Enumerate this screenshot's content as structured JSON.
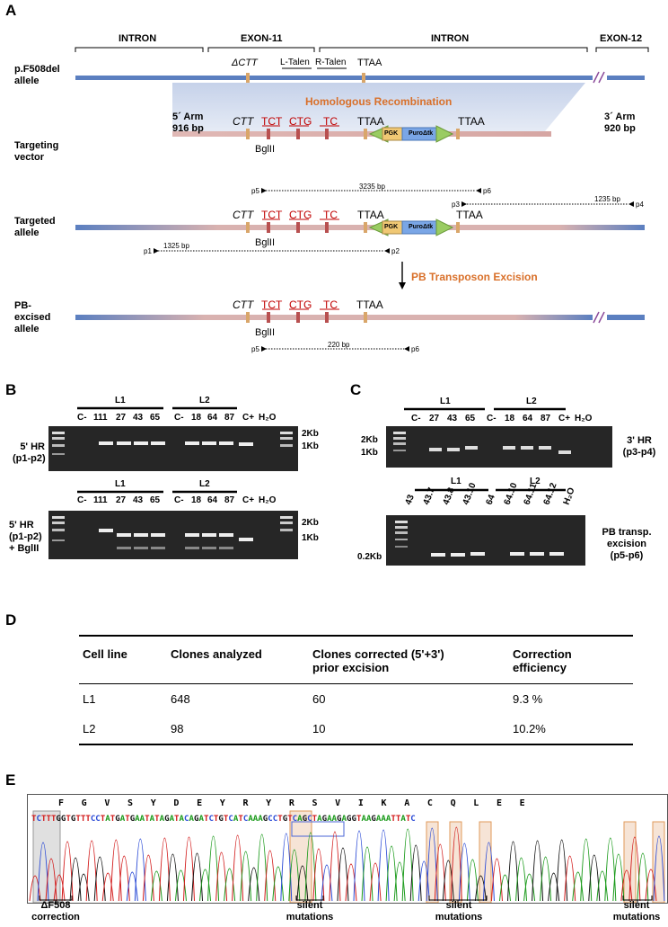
{
  "panels": {
    "a": "A",
    "b": "B",
    "c": "C",
    "d": "D",
    "e": "E"
  },
  "panelA": {
    "regions": [
      "INTRON",
      "EXON-11",
      "INTRON",
      "EXON-12"
    ],
    "row_labels": [
      "p.F508del\nallele",
      "Targeting\nvector",
      "Targeted\nallele",
      "PB-\nexcised\nallele"
    ],
    "delta_ctt": "ΔCTT",
    "l_talen": "L-Talen",
    "r_talen": "R-Talen",
    "ttaa": "TTAA",
    "homologous": "Homologous Recombination",
    "arm5": "5´ Arm\n916 bp",
    "arm3": "3´ Arm\n920 bp",
    "ctt": "CTT",
    "tct": "TCT",
    "ctg": "CTG",
    "tc": "TC",
    "bglii": "BglII",
    "pgk": "PGK",
    "puro": "PuroΔtk",
    "primers": {
      "p1": "p1",
      "p2": "p2",
      "p3": "p3",
      "p4": "p4",
      "p5": "p5",
      "p6": "p6"
    },
    "sizes": {
      "s3235": "3235 bp",
      "s1235": "1235 bp",
      "s1325": "1325 bp",
      "s220": "220 bp"
    },
    "excision": "PB Transposon Excision"
  },
  "panelB": {
    "L1": "L1",
    "L2": "L2",
    "lanes": [
      "C-",
      "111",
      "27",
      "43",
      "65",
      "C-",
      "18",
      "64",
      "87",
      "C+",
      "H₂O"
    ],
    "size2kb": "2Kb",
    "size1kb": "1Kb",
    "gel1_label": "5' HR\n(p1-p2)",
    "gel2_label": "5' HR\n(p1-p2)\n+ BglII"
  },
  "panelC": {
    "L1": "L1",
    "L2": "L2",
    "lanes1": [
      "C-",
      "27",
      "43",
      "65",
      "C-",
      "18",
      "64",
      "87",
      "C+",
      "H₂O"
    ],
    "lanes2": [
      "43",
      "43.7",
      "43.8",
      "43.10",
      "64",
      "64.10",
      "64.11",
      "64.12",
      "H₂O"
    ],
    "size2kb": "2Kb",
    "size1kb": "1Kb",
    "size02": "0.2Kb",
    "gel1_label": "3' HR\n(p3-p4)",
    "gel2_label": "PB transp.\nexcision\n(p5-p6)"
  },
  "panelD": {
    "headers": [
      "Cell line",
      "Clones analyzed",
      "Clones corrected (5'+3')\nprior excision",
      "Correction\nefficiency"
    ],
    "rows": [
      [
        "L1",
        "648",
        "60",
        "9.3 %"
      ],
      [
        "L2",
        "98",
        "10",
        "10.2%"
      ]
    ]
  },
  "panelE": {
    "aa": "F   G   V   S   Y   D   E   Y   R   Y   R   S   V   I   K   A   C   Q   L   E   E",
    "dna": "TCTTTGGTGTTTCCTATGATGAATATAGATACAGATCTGTCATCAAAGCCTGTCAGCTAGAAGAGGTAAGAAATTATC",
    "cap_delta": "ΔF508\ncorrection",
    "cap_silent": "silent\nmutations"
  }
}
